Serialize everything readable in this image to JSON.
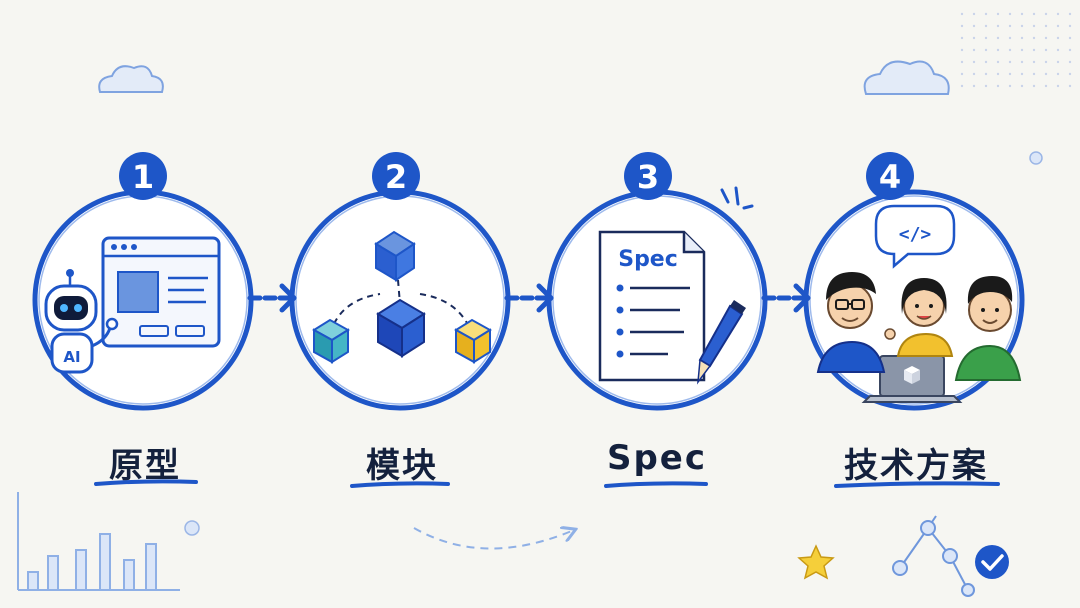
{
  "colors": {
    "primary_blue": "#1e56c8",
    "dark_blue": "#1539a0",
    "ink": "#14213d",
    "teal": "#2a9bb0",
    "yellow": "#f2c12e",
    "green": "#3aa04a",
    "background": "#f6f6f2"
  },
  "steps": [
    {
      "number": "1",
      "label": "原型",
      "icon": "browser-wireframe-with-robot-icon",
      "robot_badge": "AI"
    },
    {
      "number": "2",
      "label": "模块",
      "icon": "connected-cubes-icon"
    },
    {
      "number": "3",
      "label": "Spec",
      "icon": "spec-document-with-pen-icon",
      "doc_title": "Spec"
    },
    {
      "number": "4",
      "label": "技术方案",
      "icon": "team-discussion-icon",
      "bubble_text": "</>"
    }
  ],
  "decorations": [
    "cloud-icon",
    "bar-chart-icon",
    "star-icon",
    "network-nodes-icon",
    "checkmark-icon"
  ]
}
